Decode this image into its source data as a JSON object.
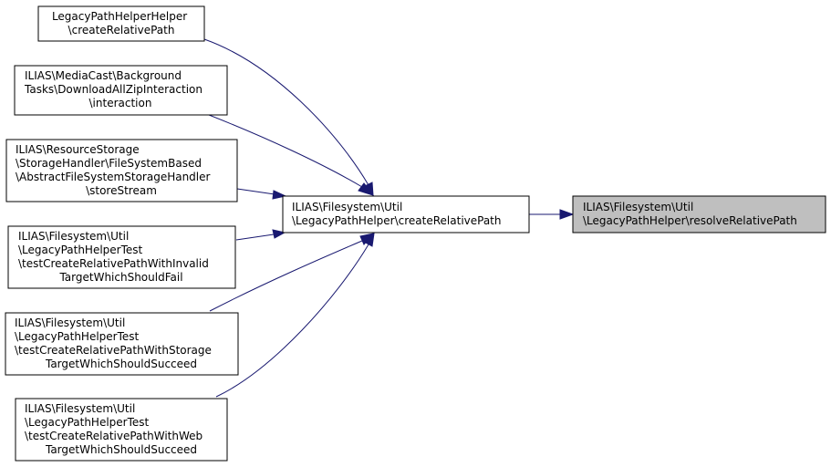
{
  "graph": {
    "edge_color": "#191970",
    "highlight_color": "#bfbfbf",
    "nodes": {
      "n0": {
        "lines": [
          "LegacyPathHelperHelper",
          "\\createRelativePath"
        ]
      },
      "n1": {
        "lines": [
          "ILIAS\\MediaCast\\Background",
          "Tasks\\DownloadAllZipInteraction",
          "\\interaction"
        ]
      },
      "n2": {
        "lines": [
          "ILIAS\\ResourceStorage",
          "\\StorageHandler\\FileSystemBased",
          "\\AbstractFileSystemStorageHandler",
          "\\storeStream"
        ]
      },
      "n3": {
        "lines": [
          "ILIAS\\Filesystem\\Util",
          "\\LegacyPathHelperTest",
          "\\testCreateRelativePathWithInvalid",
          "TargetWhichShouldFail"
        ]
      },
      "n4": {
        "lines": [
          "ILIAS\\Filesystem\\Util",
          "\\LegacyPathHelperTest",
          "\\testCreateRelativePathWithStorage",
          "TargetWhichShouldSucceed"
        ]
      },
      "n5": {
        "lines": [
          "ILIAS\\Filesystem\\Util",
          "\\LegacyPathHelperTest",
          "\\testCreateRelativePathWithWeb",
          "TargetWhichShouldSucceed"
        ]
      },
      "center": {
        "lines": [
          "ILIAS\\Filesystem\\Util",
          "\\LegacyPathHelper\\createRelativePath"
        ]
      },
      "target": {
        "lines": [
          "ILIAS\\Filesystem\\Util",
          "\\LegacyPathHelper\\resolveRelativePath"
        ]
      }
    }
  }
}
